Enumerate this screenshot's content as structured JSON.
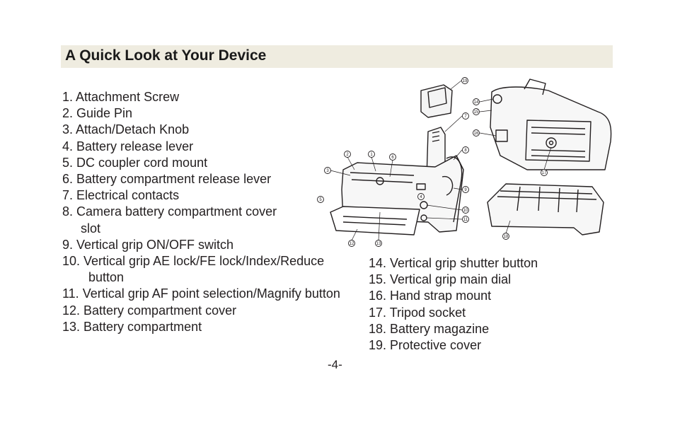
{
  "page": {
    "title": "A Quick Look at Your Device",
    "page_number": "-4-"
  },
  "parts_left": [
    {
      "text": "1. Attachment Screw"
    },
    {
      "text": "2. Guide Pin"
    },
    {
      "text": "3. Attach/Detach Knob"
    },
    {
      "text": "4. Battery release lever"
    },
    {
      "text": "5. DC coupler cord mount"
    },
    {
      "text": "6. Battery compartment release lever"
    },
    {
      "text": "7. Electrical contacts"
    },
    {
      "text": "8. Camera battery compartment cover",
      "cont": "slot"
    },
    {
      "text": "9. Vertical grip ON/OFF switch"
    },
    {
      "text": "10. Vertical grip AE lock/FE lock/Index/Reduce",
      "cont": "button"
    },
    {
      "text": "11. Vertical grip AF point selection/Magnify button"
    },
    {
      "text": "12. Battery compartment cover"
    },
    {
      "text": "13. Battery compartment"
    }
  ],
  "parts_right": [
    {
      "text": "14. Vertical grip shutter button"
    },
    {
      "text": "15. Vertical grip main dial"
    },
    {
      "text": "16. Hand strap mount"
    },
    {
      "text": "17. Tripod socket"
    },
    {
      "text": "18. Battery magazine"
    },
    {
      "text": "19. Protective cover"
    }
  ],
  "callouts": [
    "1",
    "2",
    "3",
    "4",
    "5",
    "6",
    "7",
    "8",
    "9",
    "10",
    "11",
    "12",
    "13",
    "14",
    "15",
    "16",
    "17",
    "18",
    "19"
  ]
}
